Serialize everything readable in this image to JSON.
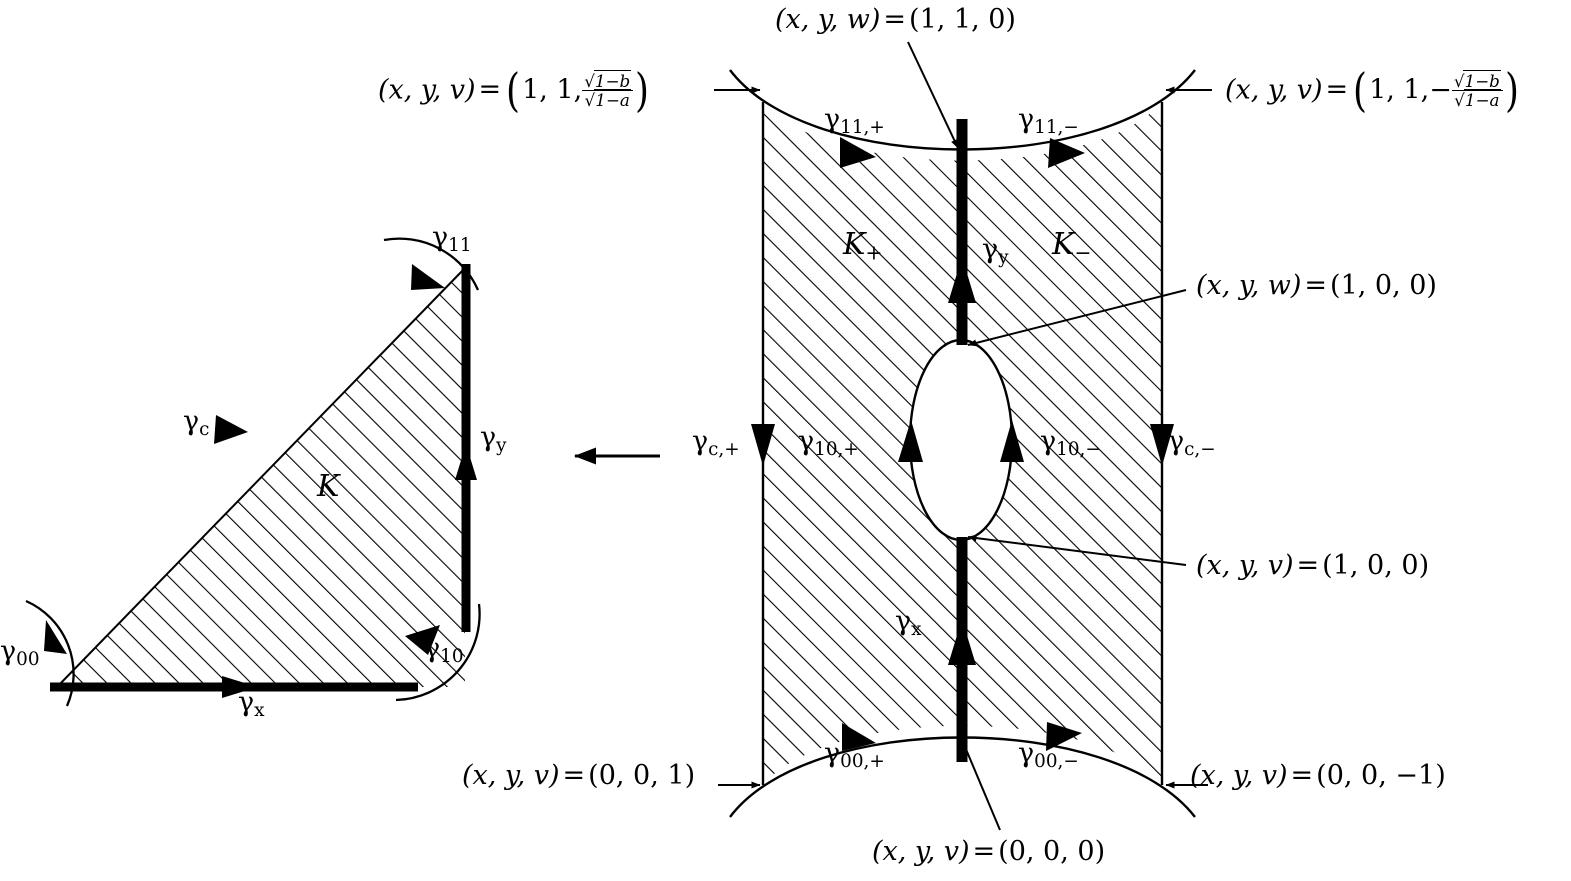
{
  "figure": {
    "title": "Cobordism decomposition diagram",
    "background_color": "#ffffff",
    "stroke_color": "#000000"
  },
  "left_panel": {
    "region_label": "K",
    "edges": [
      {
        "name": "gamma-x",
        "label_gamma": "γ",
        "label_sub": "x"
      },
      {
        "name": "gamma-y",
        "label_gamma": "γ",
        "label_sub": "y"
      },
      {
        "name": "gamma-c",
        "label_gamma": "γ",
        "label_sub": "c"
      }
    ],
    "corners": [
      {
        "name": "gamma-00",
        "label_gamma": "γ",
        "label_sub": "00"
      },
      {
        "name": "gamma-10",
        "label_gamma": "γ",
        "label_sub": "10"
      },
      {
        "name": "gamma-11",
        "label_gamma": "γ",
        "label_sub": "11"
      }
    ]
  },
  "right_panel": {
    "region_plus": "K",
    "region_plus_sub": "+",
    "region_minus": "K",
    "region_minus_sub": "−",
    "edges": [
      {
        "name": "gamma-11-plus",
        "label_gamma": "γ",
        "label_sub": "11,+"
      },
      {
        "name": "gamma-11-minus",
        "label_gamma": "γ",
        "label_sub": "11,−"
      },
      {
        "name": "gamma-y",
        "label_gamma": "γ",
        "label_sub": "y"
      },
      {
        "name": "gamma-c-plus",
        "label_gamma": "γ",
        "label_sub": "c,+"
      },
      {
        "name": "gamma-c-minus",
        "label_gamma": "γ",
        "label_sub": "c,−"
      },
      {
        "name": "gamma-10-plus",
        "label_gamma": "γ",
        "label_sub": "10,+"
      },
      {
        "name": "gamma-10-minus",
        "label_gamma": "γ",
        "label_sub": "10,−"
      },
      {
        "name": "gamma-x",
        "label_gamma": "γ",
        "label_sub": "x"
      },
      {
        "name": "gamma-00-plus",
        "label_gamma": "γ",
        "label_sub": "00,+"
      },
      {
        "name": "gamma-00-minus",
        "label_gamma": "γ",
        "label_sub": "00,−"
      }
    ]
  },
  "annotations": {
    "top_center": {
      "name": "xyw-110",
      "vars": "(x, y, w)",
      "equals": "=",
      "value": "(1, 1, 0)"
    },
    "top_left": {
      "name": "xyv-11-sqrt-pos",
      "vars": "(x, y, v)",
      "equals": "=",
      "value_prefix": "1, 1,",
      "sign": "",
      "num_radicand": "1−b",
      "den_radicand": "1−a"
    },
    "top_right": {
      "name": "xyv-11-sqrt-neg",
      "vars": "(x, y, v)",
      "equals": "=",
      "value_prefix": "1, 1,",
      "sign": "−",
      "num_radicand": "1−b",
      "den_radicand": "1−a"
    },
    "mid_right_upper": {
      "name": "xyw-100",
      "vars": "(x, y, w)",
      "equals": "=",
      "value": "(1, 0, 0)"
    },
    "mid_right_lower": {
      "name": "xyv-100",
      "vars": "(x, y, v)",
      "equals": "=",
      "value": "(1, 0, 0)"
    },
    "bottom_left": {
      "name": "xyv-001",
      "vars": "(x, y, v)",
      "equals": "=",
      "value": "(0, 0, 1)"
    },
    "bottom_right": {
      "name": "xyv-00-neg1",
      "vars": "(x, y, v)",
      "equals": "=",
      "value": "(0, 0, −1)"
    },
    "bottom_center": {
      "name": "xyv-000",
      "vars": "(x, y, v)",
      "equals": "=",
      "value": "(0, 0, 0)"
    }
  },
  "map_arrow": {
    "name": "collapse-map-arrow",
    "direction": "left"
  },
  "sqrt_symbol": "√"
}
